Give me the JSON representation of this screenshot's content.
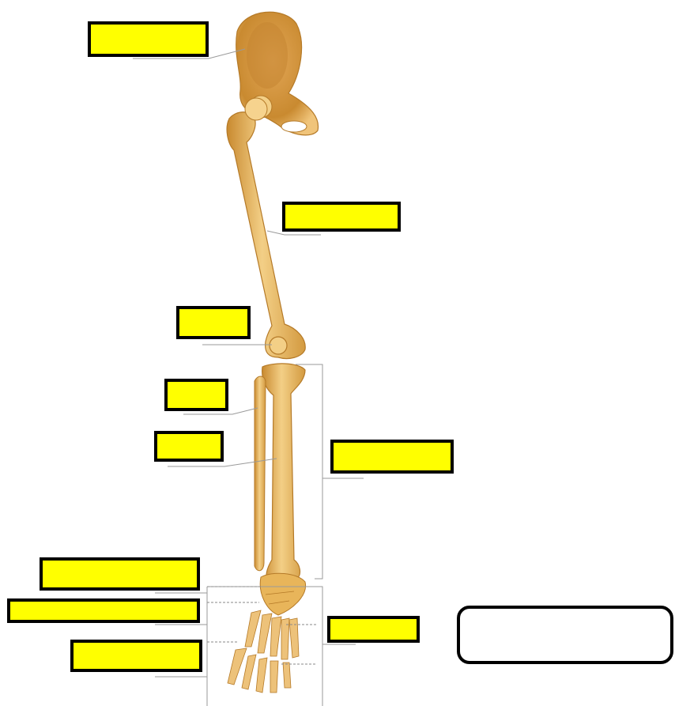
{
  "colors": {
    "bone_fill": "#e8b55a",
    "bone_shade": "#c98a30",
    "bone_highlight": "#f6d38e",
    "label_fill": "#ffff00",
    "label_border": "#000000",
    "leader_line": "#9a9a9a",
    "background": "#ffffff"
  },
  "labels": [
    {
      "id": "hip-bone",
      "text": ""
    },
    {
      "id": "femur",
      "text": ""
    },
    {
      "id": "patella",
      "text": ""
    },
    {
      "id": "fibula",
      "text": ""
    },
    {
      "id": "tibia",
      "text": ""
    },
    {
      "id": "leg-region",
      "text": ""
    },
    {
      "id": "tarsals",
      "text": ""
    },
    {
      "id": "metatarsals",
      "text": ""
    },
    {
      "id": "phalanges",
      "text": ""
    },
    {
      "id": "foot-region",
      "text": ""
    }
  ],
  "answer_box": {
    "text": ""
  }
}
